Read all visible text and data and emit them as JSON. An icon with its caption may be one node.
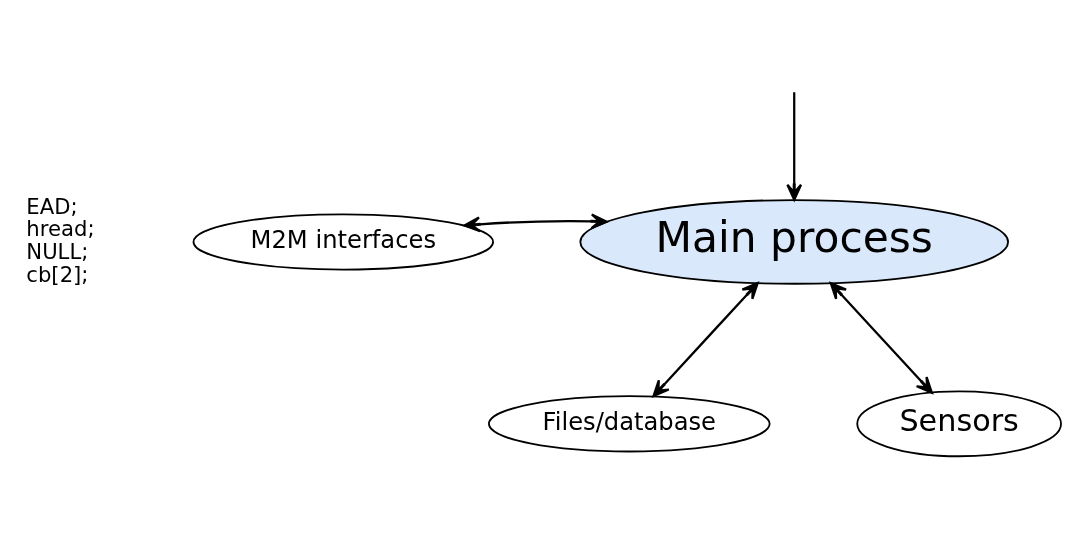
{
  "diagram": {
    "nodes": [
      {
        "text": [
          "M2M interfaces"
        ]
      },
      {
        "text": [
          "Main process"
        ]
      },
      {
        "text": [
          "Files/database"
        ]
      },
      {
        "text": [
          "Sensors"
        ]
      }
    ],
    "edges": [
      {
        "from": 0,
        "to": 1,
        "arrow": "both"
      },
      {
        "from": 1,
        "to": 2,
        "arrow": "both"
      },
      {
        "from": 1,
        "to": 3,
        "arrow": "both"
      },
      {
        "from": null,
        "to": 1,
        "arrow": "to"
      }
    ],
    "labels": [
      "EAD;",
      "hread;",
      "NULL;",
      "cb[2];"
    ]
  }
}
